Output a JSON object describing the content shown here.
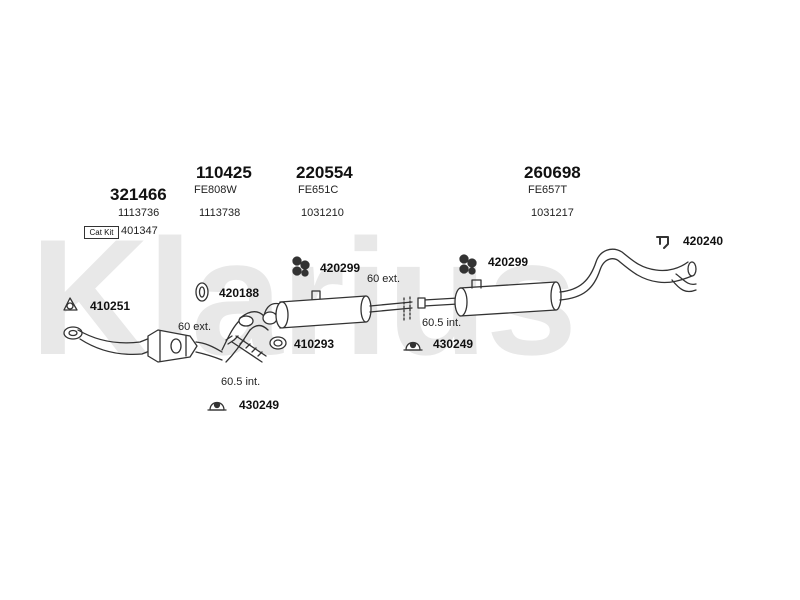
{
  "watermark": {
    "text": "Klarius"
  },
  "parts": {
    "p321466": {
      "number": "321466",
      "ref": "1113736"
    },
    "p110425": {
      "number": "110425",
      "code": "FE808W",
      "ref": "1113738"
    },
    "p220554": {
      "number": "220554",
      "code": "FE651C",
      "ref": "1031210"
    },
    "p260698": {
      "number": "260698",
      "code": "FE657T",
      "ref": "1031217"
    },
    "catkit": {
      "badge": "Cat Kit",
      "number": "401347"
    },
    "p410251": {
      "number": "410251"
    },
    "p420188": {
      "number": "420188"
    },
    "p420299a": {
      "number": "420299"
    },
    "p420299b": {
      "number": "420299"
    },
    "p410293": {
      "number": "410293"
    },
    "p430249a": {
      "number": "430249"
    },
    "p430249b": {
      "number": "430249"
    },
    "p420240": {
      "number": "420240"
    }
  },
  "notes": {
    "ext_left": "60 ext.",
    "int_left": "60.5 int.",
    "ext_mid": "60 ext.",
    "int_mid": "60.5 int."
  },
  "colors": {
    "line": "#333333",
    "fill": "#ffffff",
    "watermark": "#e8e8e8"
  }
}
